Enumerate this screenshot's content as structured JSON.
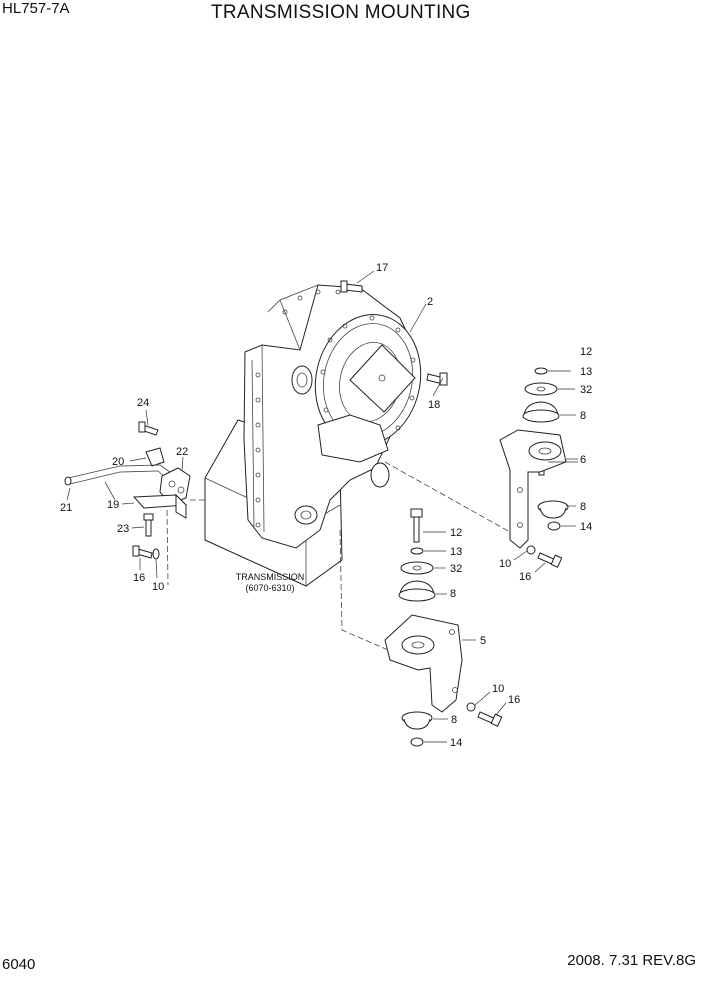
{
  "header": {
    "model": "HL757-7A",
    "title": "TRANSMISSION MOUNTING"
  },
  "footer": {
    "page": "6040",
    "date_rev": "2008. 7.31  REV.8G"
  },
  "transmission_label": {
    "name": "TRANSMISSION",
    "range": "(6070-6310)"
  },
  "callouts": {
    "c17": "17",
    "c2": "2",
    "c18": "18",
    "c12a": "12",
    "c13a": "13",
    "c32a": "32",
    "c8a": "8",
    "c6": "6",
    "c8b": "8",
    "c14a": "14",
    "c10a": "10",
    "c16a": "16",
    "c24": "24",
    "c20": "20",
    "c22": "22",
    "c21": "21",
    "c19": "19",
    "c23": "23",
    "c16b": "16",
    "c10b": "10",
    "c12b": "12",
    "c13b": "13",
    "c32b": "32",
    "c8c": "8",
    "c5": "5",
    "c10c": "10",
    "c16c": "16",
    "c8d": "8",
    "c14b": "14"
  }
}
